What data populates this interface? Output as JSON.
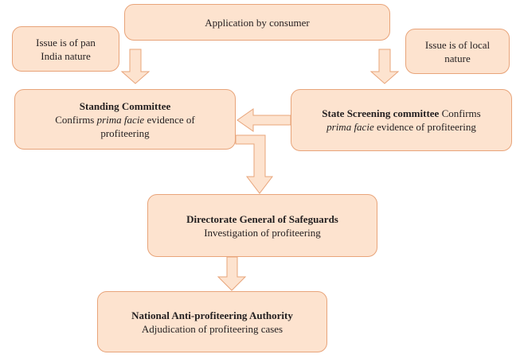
{
  "nodes": {
    "application": {
      "text": "Application by consumer"
    },
    "pan_india": {
      "line1": "Issue is of pan",
      "line2": "India nature"
    },
    "local": {
      "line1": "Issue is of local",
      "line2": "nature"
    },
    "standing_committee": {
      "title": "Standing Committee",
      "line1_pre": "Confirms ",
      "line1_italic": "prima facie",
      "line1_post": " evidence  of",
      "line2": "profiteering"
    },
    "state_screening": {
      "title": "State Screening committee",
      "title_post": " Confirms",
      "line2_italic": "prima facie",
      "line2_post": " evidence of profiteering"
    },
    "dg_safeguards": {
      "title": "Directorate General of Safeguards",
      "line2": "Investigation of profiteering"
    },
    "napa": {
      "title": "National Anti-profiteering Authority",
      "line2": "Adjudication of profiteering  cases"
    }
  }
}
